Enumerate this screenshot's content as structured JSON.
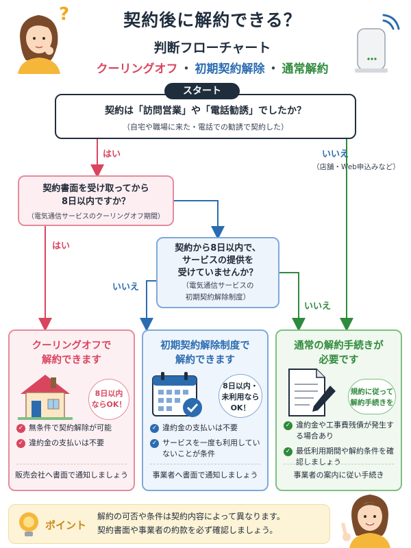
{
  "header": {
    "title": "契約後に解約できる？",
    "subtitle": "判断フローチャート",
    "tag_cooling": "クーリングオフ",
    "tag_dot": "・",
    "tag_initial": "初期契約解除",
    "tag_normal": "通常解約"
  },
  "flow": {
    "start": "スタート",
    "q1_main": "契約は「訪問営業」や「電話勧誘」でしたか？",
    "q1_sub": "（自宅や職場に来た・電話での勧誘で契約した）",
    "q1_yes": "はい",
    "q1_no": "いいえ",
    "q1_no_note": "（店舗・Web申込みなど）",
    "q2_main_1": "契約書面を受け取ってから",
    "q2_main_2": "8日以内ですか？",
    "q2_sub": "（電気通信サービスのクーリングオフ期間）",
    "q2_yes": "はい",
    "q3_main_1": "契約から8日以内で、",
    "q3_main_2": "サービスの提供を",
    "q3_main_3": "受けていませんか？",
    "q3_sub_1": "（電気通信サービスの",
    "q3_sub_2": "初期契約解除制度）",
    "q3_no_left": "いいえ",
    "q3_no_right": "いいえ"
  },
  "cards": [
    {
      "title_1": "クーリングオフで",
      "title_2": "解約できます",
      "bubble_1": "8日以内",
      "bubble_2": "ならOK！",
      "checks": [
        "無条件で契約解除が可能",
        "違約金の支払いは不要"
      ],
      "footer": "販売会社へ書面で通知しましょう"
    },
    {
      "title_1": "初期契約解除制度で",
      "title_2": "解約できます",
      "bubble_1": "8日以内・",
      "bubble_2": "未利用なら",
      "bubble_3": "OK！",
      "checks": [
        "違約金の支払いは不要",
        "サービスを一度も利用していないことが条件"
      ],
      "footer": "事業者へ書面で通知しましょう"
    },
    {
      "title_1": "通常の解約手続きが",
      "title_2": "必要です",
      "bubble_1": "規約に従って",
      "bubble_2": "解約手続きを",
      "checks": [
        "違約金や工事費残債が発生する場合あり",
        "最低利用期間や解約条件を確認しましょう"
      ],
      "footer": "事業者の案内に従い手続き"
    }
  ],
  "point": {
    "label": "ポイント",
    "line_1": "解約の可否や条件は契約内容によって異なります。",
    "line_2": "契約書面や事業者の約款を必ず確認しましょう。"
  },
  "colors": {
    "navy": "#1f2d3d",
    "red": "#d9455e",
    "blue": "#2b6cb0",
    "green": "#2f8a3c",
    "point_bg": "#fdf3d6"
  },
  "icons": [
    "question-mark-icon",
    "wifi-router-icon",
    "wifi-signal-icon",
    "house-icon",
    "calendar-check-icon",
    "document-pen-icon",
    "lightbulb-icon",
    "check-icon"
  ]
}
